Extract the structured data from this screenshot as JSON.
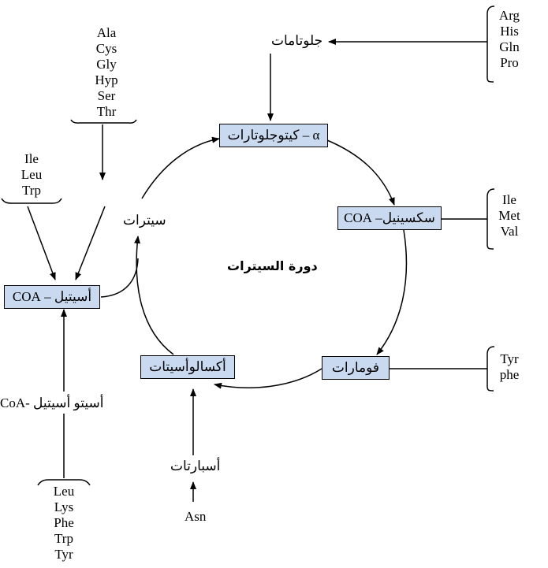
{
  "cycle": {
    "title": "دورة السيترات",
    "alpha_ketoglutarate": "α – كيتوجلوتارات",
    "succinyl_coa": "سكسينيل– COA",
    "fumarate": "فومارات",
    "oxaloacetate": "أكسالوأسيتات",
    "citrate": "سيترات",
    "acetyl_coa": "أسيتيل – COA"
  },
  "intermediates": {
    "glutamate": "جلوتامات",
    "aspartate": "أسبارتات",
    "asn": "Asn",
    "acetoacetyl_coa": "أسيتو أسيتيل -CoA"
  },
  "amino_groups": {
    "pyruvate_group": [
      "Ala",
      "Cys",
      "Gly",
      "Hyp",
      "Ser",
      "Thr"
    ],
    "acetyl_group": [
      "Ile",
      "Leu",
      "Trp"
    ],
    "acetoacetyl_group": [
      "Leu",
      "Lys",
      "Phe",
      "Trp",
      "Tyr"
    ],
    "ketoglutarate_group": [
      "Arg",
      "His",
      "Gln",
      "Pro"
    ],
    "succinyl_group": [
      "Ile",
      "Met",
      "Val"
    ],
    "fumarate_group": [
      "Tyr",
      "phe"
    ]
  },
  "colors": {
    "box_fill": "#c9d9f0",
    "line": "#000000"
  }
}
